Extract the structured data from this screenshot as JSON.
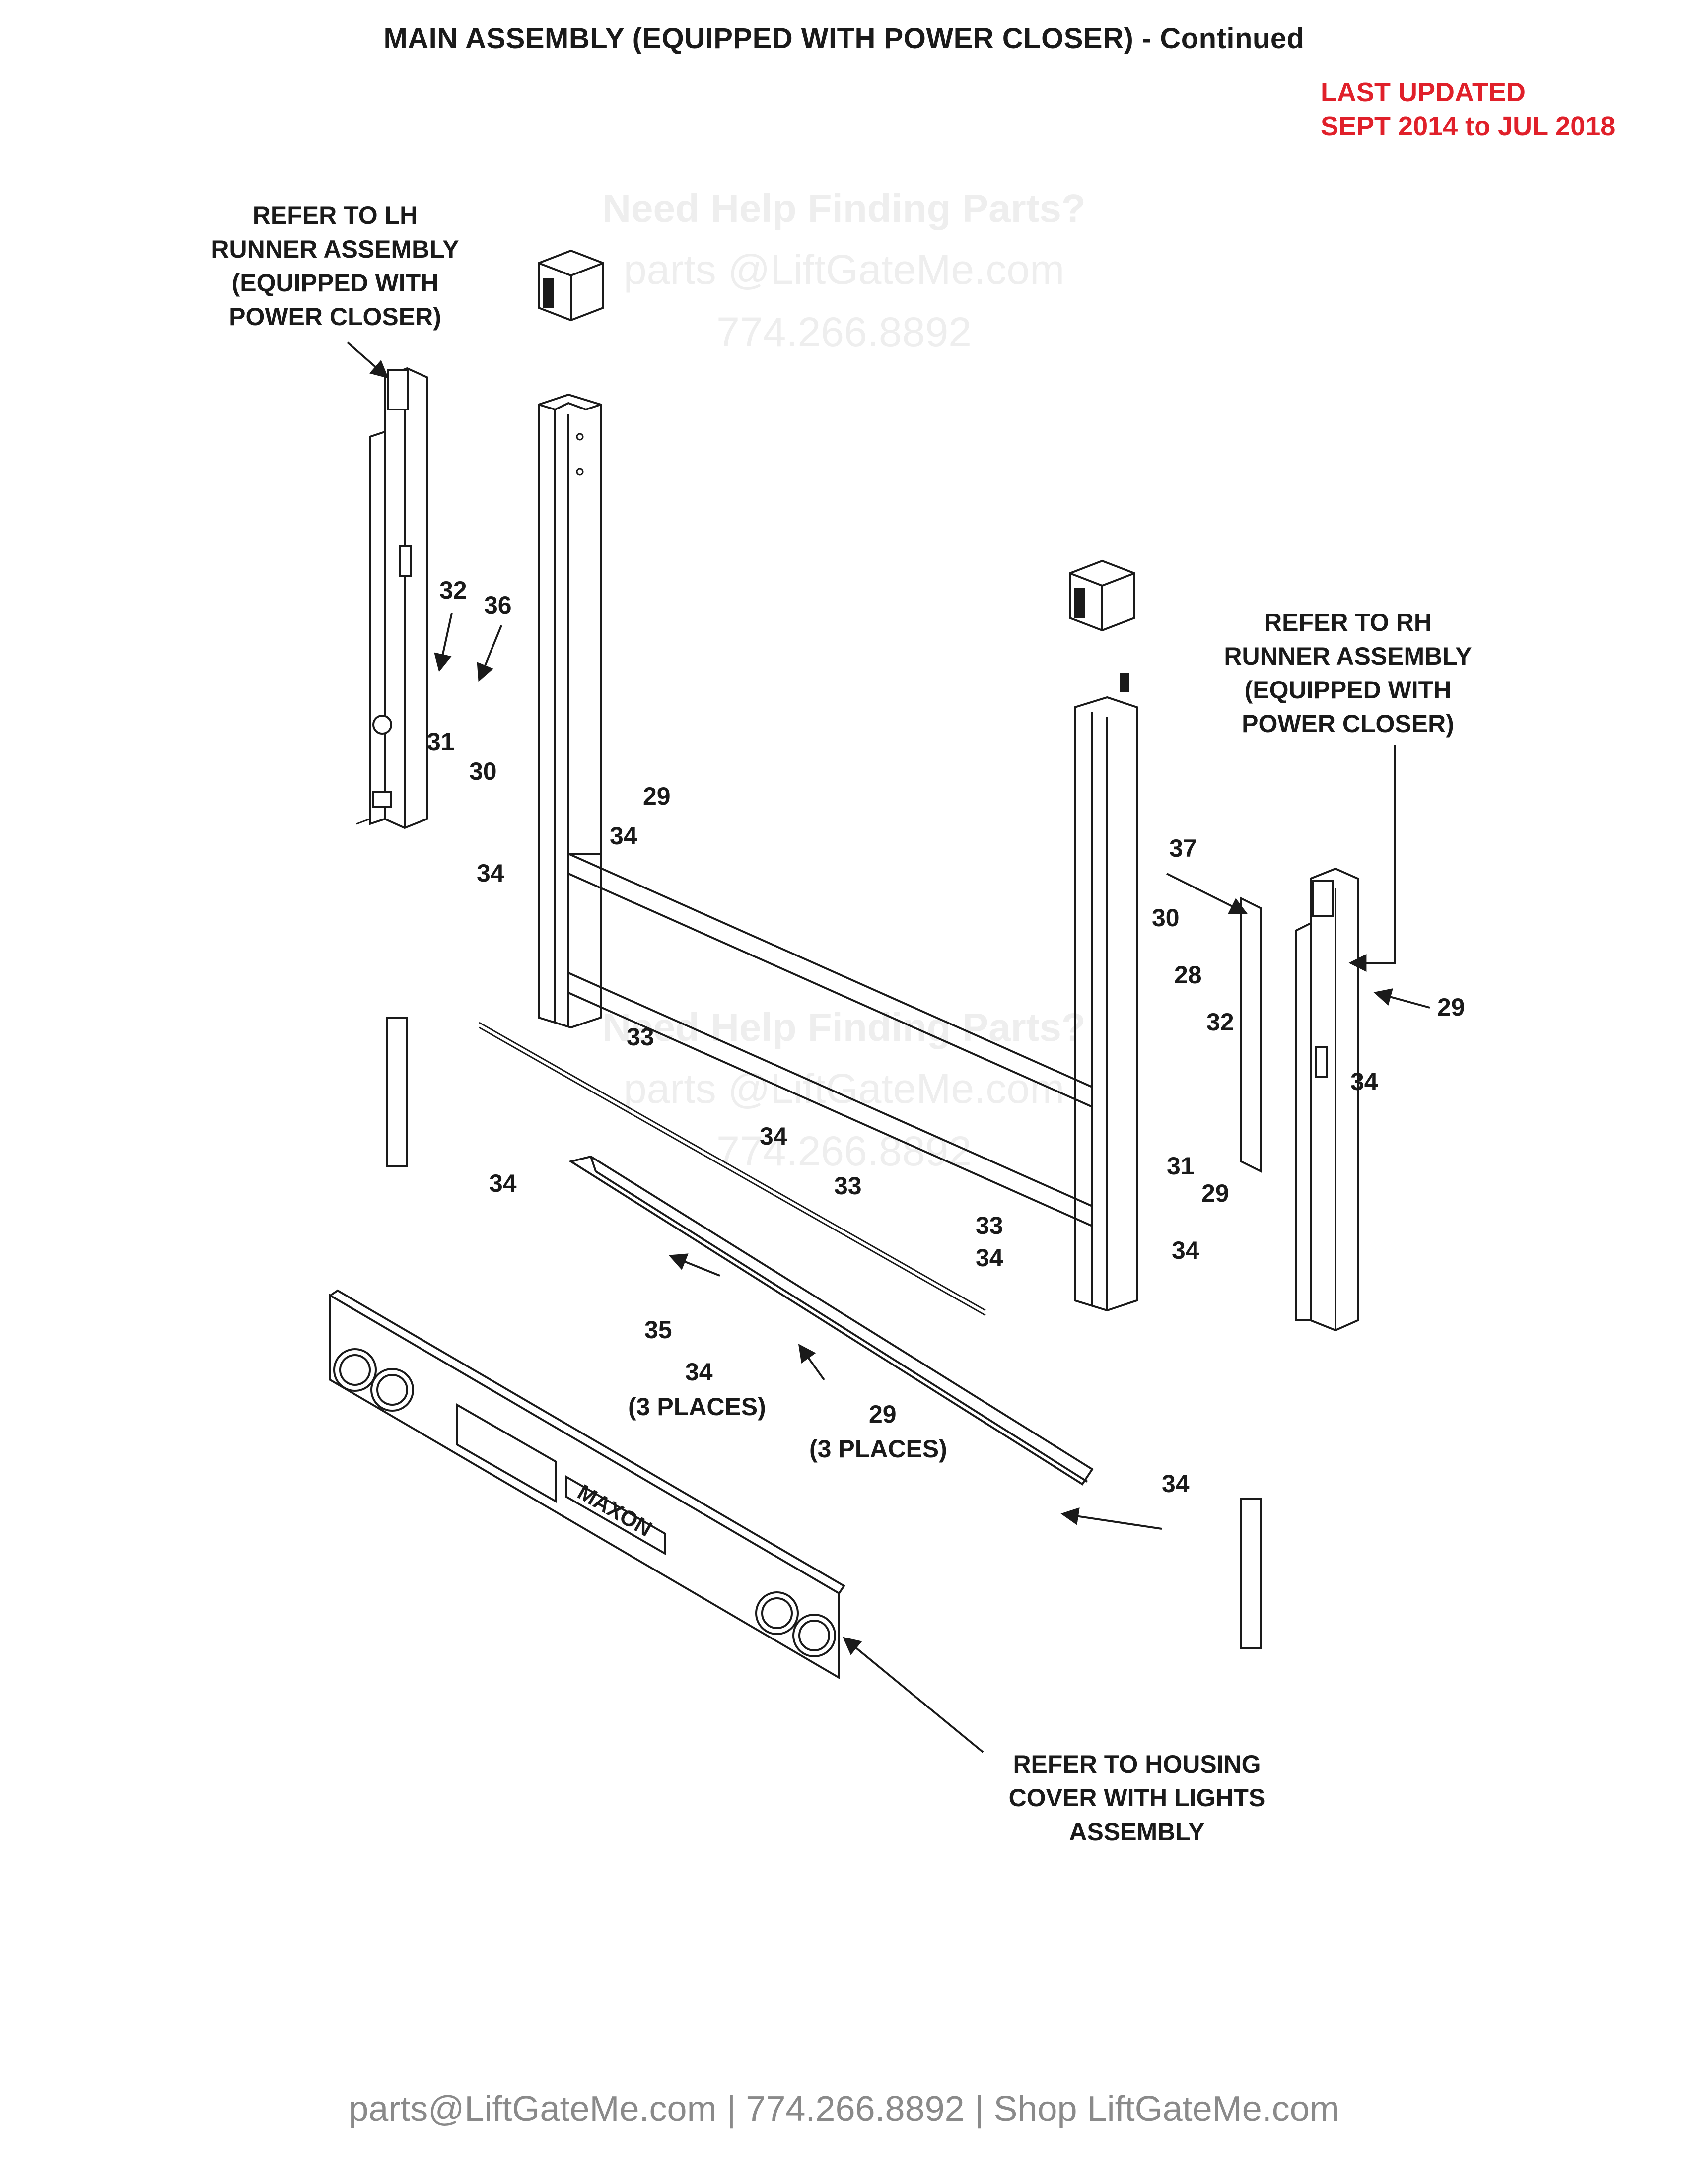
{
  "title": "MAIN ASSEMBLY (EQUIPPED WITH POWER CLOSER) - Continued",
  "last_updated": {
    "line1": "LAST UPDATED",
    "line2": "SEPT 2014 to JUL 2018",
    "color": "#e0202a"
  },
  "callouts": {
    "lh_runner": [
      "REFER TO LH",
      "RUNNER ASSEMBLY",
      "(EQUIPPED WITH",
      "POWER CLOSER)"
    ],
    "rh_runner": [
      "REFER TO RH",
      "RUNNER ASSEMBLY",
      "(EQUIPPED WITH",
      "POWER CLOSER)"
    ],
    "housing_cover": [
      "REFER TO HOUSING",
      "COVER WITH LIGHTS",
      "ASSEMBLY"
    ]
  },
  "item_numbers": {
    "n28": "28",
    "n29": "29",
    "n30": "30",
    "n31": "31",
    "n32": "32",
    "n33": "33",
    "n34": "34",
    "n35": "35",
    "n36": "36",
    "n37": "37",
    "three_places": "(3 PLACES)"
  },
  "logo_text": "MAXON",
  "watermark": {
    "line1": "Need Help Finding Parts?",
    "line2": "parts @LiftGateMe.com",
    "line3": "774.266.8892"
  },
  "footer": "parts@LiftGateMe.com | 774.266.8892 | Shop LiftGateMe.com"
}
